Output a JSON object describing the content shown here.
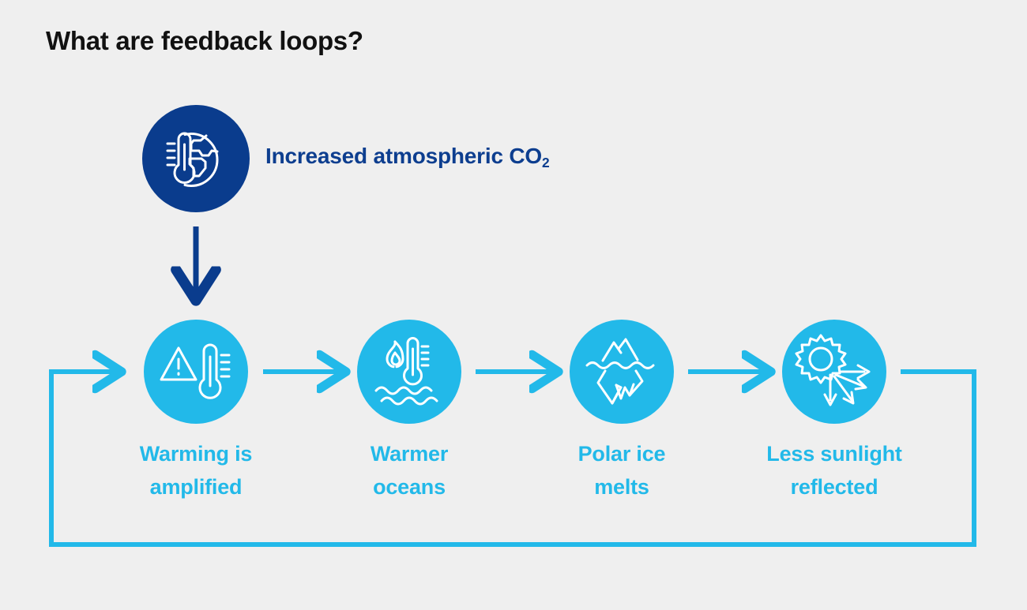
{
  "page": {
    "title": "What are feedback loops?",
    "background_color": "#efefef"
  },
  "colors": {
    "navy": "#0a3c8d",
    "navy_text": "#0d3e8f",
    "light_blue": "#22b9e9",
    "title_text": "#111111",
    "icon_stroke": "#ffffff"
  },
  "source": {
    "icon": "thermometer-globe-icon",
    "label_text": "Increased atmospheric CO",
    "label_subscript": "2",
    "circle_color": "#0a3c8d",
    "text_color": "#0d3e8f"
  },
  "connectors": {
    "source_to_stage": {
      "name": "downward-arrow",
      "color": "#0a3c8d",
      "direction": "down"
    },
    "between_stages": {
      "name": "rightward-arrow",
      "color": "#22b9e9",
      "direction": "right",
      "count": 3
    },
    "feedback_loop": {
      "name": "feedback-loop-path",
      "color": "#22b9e9",
      "description": "loops from last stage right, down, along bottom, up left side and back into first stage"
    }
  },
  "stages": [
    {
      "id": "warming-amplified",
      "icon": "warning-thermometer-icon",
      "label_line1": "Warming is",
      "label_line2": "amplified",
      "circle_color": "#22b9e9",
      "text_color": "#22b9e9"
    },
    {
      "id": "warmer-oceans",
      "icon": "flame-thermometer-waves-icon",
      "label_line1": "Warmer",
      "label_line2": "oceans",
      "circle_color": "#22b9e9",
      "text_color": "#22b9e9"
    },
    {
      "id": "polar-ice-melts",
      "icon": "iceberg-icon",
      "label_line1": "Polar ice",
      "label_line2": "melts",
      "circle_color": "#22b9e9",
      "text_color": "#22b9e9"
    },
    {
      "id": "less-sunlight-reflected",
      "icon": "sun-reflected-rays-icon",
      "label_line1": "Less sunlight",
      "label_line2": "reflected",
      "circle_color": "#22b9e9",
      "text_color": "#22b9e9"
    }
  ]
}
